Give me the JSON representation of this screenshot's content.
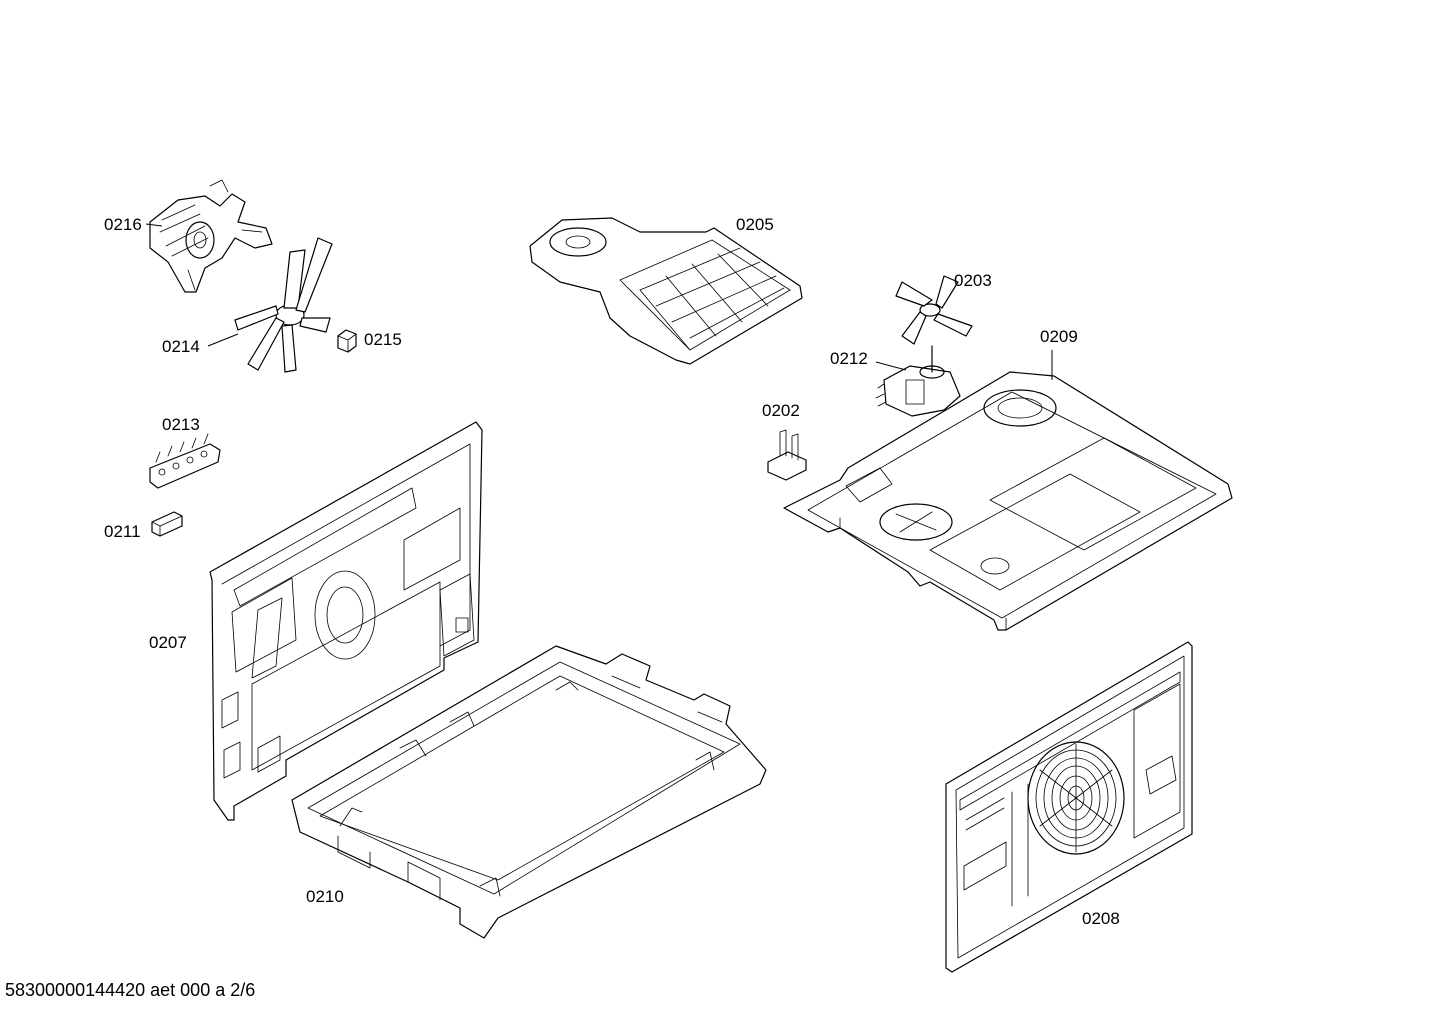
{
  "callouts": {
    "p0216": "0216",
    "p0205": "0205",
    "p0203": "0203",
    "p0209": "0209",
    "p0212": "0212",
    "p0214": "0214",
    "p0215": "0215",
    "p0213": "0213",
    "p0202": "0202",
    "p0211": "0211",
    "p0207": "0207",
    "p0210": "0210",
    "p0208": "0208"
  },
  "footer": {
    "document_id": "58300000144420 aet 000 a 2/6"
  },
  "colors": {
    "line": "#000000",
    "background": "#ffffff"
  }
}
